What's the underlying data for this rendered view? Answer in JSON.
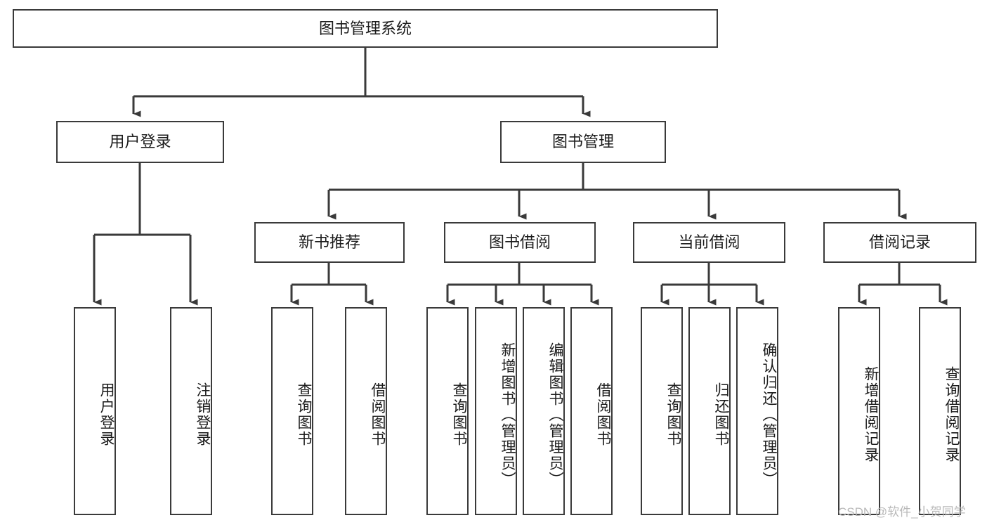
{
  "diagram": {
    "type": "tree",
    "title": "图书管理系统",
    "levels": [
      {
        "level": 1,
        "nodes": [
          {
            "id": "root",
            "label": "图书管理系统",
            "orientation": "horizontal"
          }
        ]
      },
      {
        "level": 2,
        "nodes": [
          {
            "id": "user-login",
            "label": "用户登录",
            "orientation": "horizontal"
          },
          {
            "id": "book-manage",
            "label": "图书管理",
            "orientation": "horizontal"
          }
        ]
      },
      {
        "level": 3,
        "nodes": [
          {
            "id": "new-book-recommend",
            "label": "新书推荐",
            "orientation": "horizontal"
          },
          {
            "id": "book-borrow",
            "label": "图书借阅",
            "orientation": "horizontal"
          },
          {
            "id": "current-borrow",
            "label": "当前借阅",
            "orientation": "horizontal"
          },
          {
            "id": "borrow-record",
            "label": "借阅记录",
            "orientation": "horizontal"
          }
        ]
      },
      {
        "level": 4,
        "nodes": [
          {
            "id": "leaf-user-login",
            "label": "用户登录",
            "orientation": "vertical",
            "parent": "user-login"
          },
          {
            "id": "leaf-logout",
            "label": "注销登录",
            "orientation": "vertical",
            "parent": "user-login"
          },
          {
            "id": "leaf-query-book-1",
            "label": "查询图书",
            "orientation": "vertical",
            "parent": "new-book-recommend"
          },
          {
            "id": "leaf-borrow-book-1",
            "label": "借阅图书",
            "orientation": "vertical",
            "parent": "new-book-recommend"
          },
          {
            "id": "leaf-query-book-2",
            "label": "查询图书",
            "orientation": "vertical",
            "parent": "book-borrow"
          },
          {
            "id": "leaf-add-book",
            "label": "新增图书（管理员）",
            "orientation": "vertical",
            "parent": "book-borrow"
          },
          {
            "id": "leaf-edit-book",
            "label": "编辑图书（管理员）",
            "orientation": "vertical",
            "parent": "book-borrow"
          },
          {
            "id": "leaf-borrow-book-2",
            "label": "借阅图书",
            "orientation": "vertical",
            "parent": "book-borrow"
          },
          {
            "id": "leaf-query-book-3",
            "label": "查询图书",
            "orientation": "vertical",
            "parent": "current-borrow"
          },
          {
            "id": "leaf-return-book",
            "label": "归还图书",
            "orientation": "vertical",
            "parent": "current-borrow"
          },
          {
            "id": "leaf-confirm-return",
            "label": "确认归还（管理员）",
            "orientation": "vertical",
            "parent": "current-borrow"
          },
          {
            "id": "leaf-add-record",
            "label": "新增借阅记录",
            "orientation": "vertical",
            "parent": "borrow-record"
          },
          {
            "id": "leaf-query-record",
            "label": "查询借阅记录",
            "orientation": "vertical",
            "parent": "borrow-record"
          }
        ]
      }
    ],
    "watermark": "CSDN @软件_小贺同学",
    "colors": {
      "stroke": "#3a3a3a",
      "fill": "#ffffff",
      "text": "#1b1b1b",
      "watermark": "#b9b9b9"
    }
  }
}
